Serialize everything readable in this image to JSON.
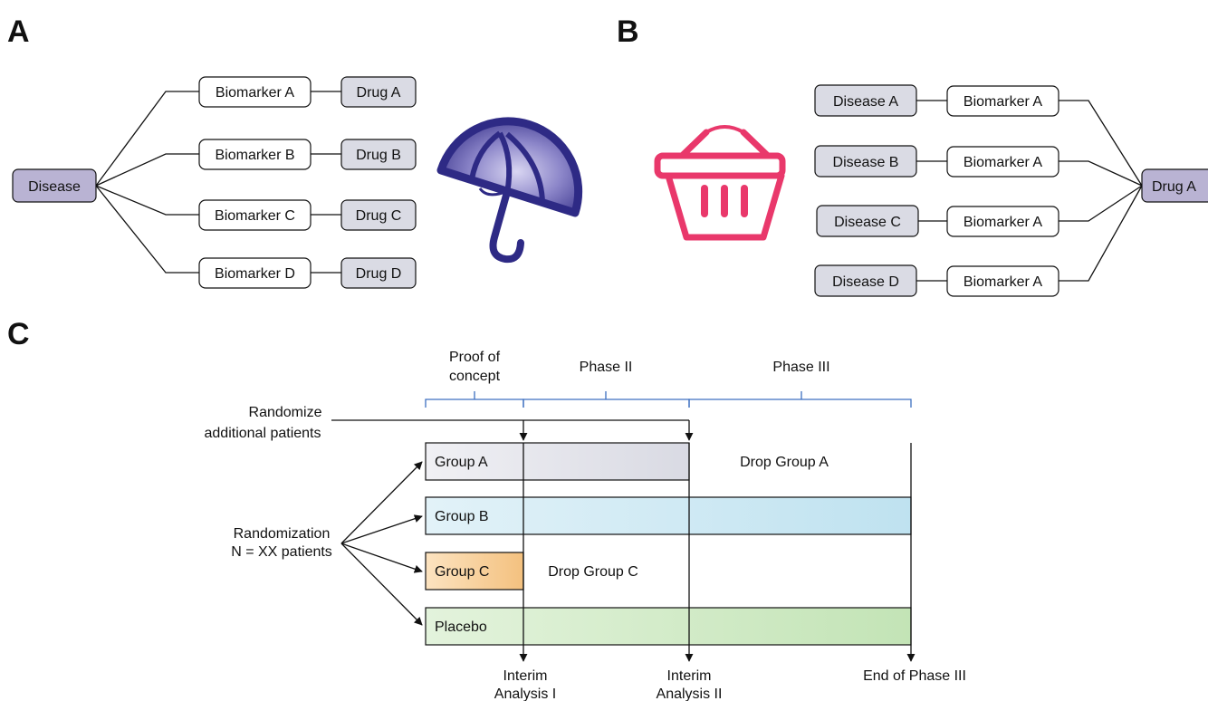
{
  "panels": {
    "a": {
      "label": "A",
      "disease": "Disease",
      "rows": [
        {
          "biomarker": "Biomarker A",
          "drug": "Drug A"
        },
        {
          "biomarker": "Biomarker B",
          "drug": "Drug B"
        },
        {
          "biomarker": "Biomarker C",
          "drug": "Drug C"
        },
        {
          "biomarker": "Biomarker D",
          "drug": "Drug D"
        }
      ],
      "icon": "umbrella-icon"
    },
    "b": {
      "label": "B",
      "drug": "Drug A",
      "rows": [
        {
          "disease": "Disease A",
          "biomarker": "Biomarker A"
        },
        {
          "disease": "Disease B",
          "biomarker": "Biomarker A"
        },
        {
          "disease": "Disease C",
          "biomarker": "Biomarker A"
        },
        {
          "disease": "Disease D",
          "biomarker": "Biomarker A"
        }
      ],
      "icon": "basket-icon"
    },
    "c": {
      "label": "C",
      "phases": {
        "proof_line1": "Proof of",
        "proof_line2": "concept",
        "phase2": "Phase II",
        "phase3": "Phase III"
      },
      "randomize_line1": "Randomize",
      "randomize_line2": "additional patients",
      "randomization_line1": "Randomization",
      "randomization_line2": "N = XX patients",
      "groups": {
        "a": "Group A",
        "b": "Group B",
        "c": "Group C",
        "placebo": "Placebo"
      },
      "drop_a": "Drop Group A",
      "drop_c": "Drop Group C",
      "milestones": {
        "interim1_line1": "Interim",
        "interim1_line2": "Analysis I",
        "interim2_line1": "Interim",
        "interim2_line2": "Analysis II",
        "end": "End of Phase III"
      }
    }
  },
  "colors": {
    "purple_box": "#b9b3d3",
    "grey_box": "#dadbe4",
    "group_a": "#e4e5ea",
    "group_b": "#cfe9f3",
    "group_c": "#f8d2a0",
    "placebo": "#d3ecca",
    "brace": "#3d6fc0",
    "umbrella": "#2e2a85",
    "basket": "#e9386b"
  }
}
